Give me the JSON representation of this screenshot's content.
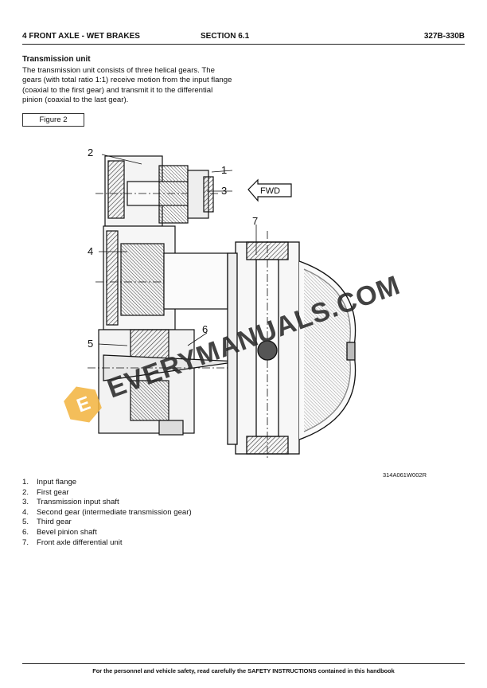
{
  "header": {
    "left": "4   FRONT AXLE - WET BRAKES",
    "center": "SECTION 6.1",
    "right": "327B-330B"
  },
  "section": {
    "title": "Transmission unit",
    "paragraph": "The transmission unit consists of three helical gears. The gears (with total ratio 1:1) receive motion from the input flange  (coaxial to the first gear) and transmit it to the differential pinion (coaxial to the last gear)."
  },
  "figure": {
    "label": "Figure 2",
    "code": "314A061W002R",
    "callouts": [
      "1",
      "2",
      "3",
      "4",
      "5",
      "6",
      "7"
    ],
    "fwd_label": "FWD"
  },
  "legend": [
    {
      "num": "1.",
      "text": "Input flange"
    },
    {
      "num": "2.",
      "text": "First gear"
    },
    {
      "num": "3.",
      "text": "Transmission input shaft"
    },
    {
      "num": "4.",
      "text": "Second gear (intermediate transmission gear)"
    },
    {
      "num": "5.",
      "text": "Third gear"
    },
    {
      "num": "6.",
      "text": "Bevel pinion shaft"
    },
    {
      "num": "7.",
      "text": "Front axle differential unit"
    }
  ],
  "watermark": {
    "text": "EVERYMANUALS.COM",
    "badge_letter": "E",
    "badge_color": "#f2b33d"
  },
  "footer": "For the personnel and vehicle safety, read carefully the SAFETY INSTRUCTIONS contained in this handbook"
}
